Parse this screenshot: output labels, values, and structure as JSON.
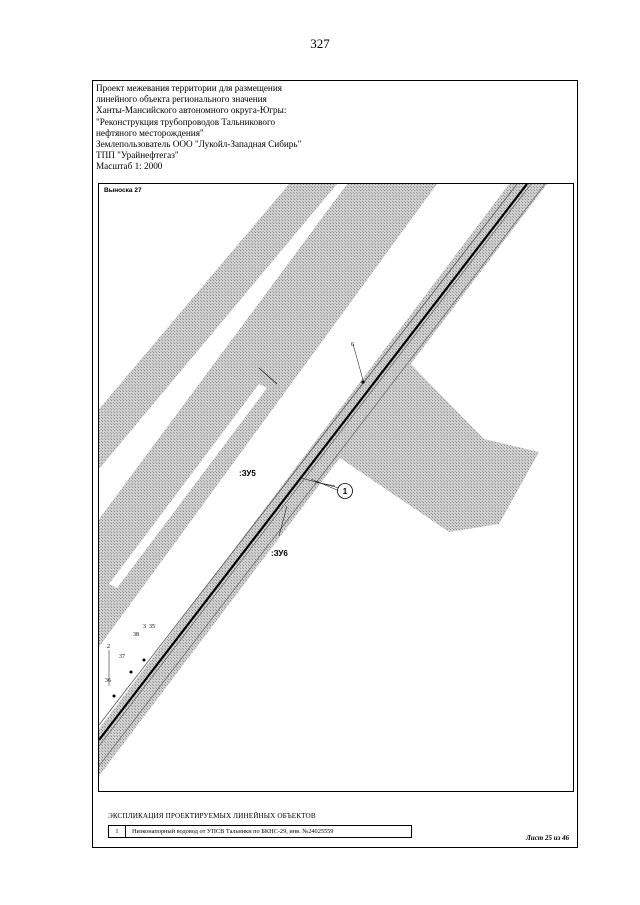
{
  "page_number": "327",
  "title_block": {
    "lines": [
      "Проект межевания территории для размещения",
      "линейного объекта регионального значения",
      "Ханты-Мансийского автономного округа-Югры:",
      "\"Реконструкция трубопроводов Тальникового",
      "нефтяного месторождения\"",
      "Землепользователь ООО \"Лукойл-Западная Сибирь\"",
      "ТПП \"Урайнефтегаз\"",
      "Масштаб 1: 2000"
    ]
  },
  "map": {
    "callout": "Выноска 27",
    "parcels": [
      ":ЗУ5",
      ":ЗУ6"
    ],
    "object_marker": "1",
    "points": [
      "6",
      "2",
      "3",
      "37",
      "38",
      "36",
      "35"
    ]
  },
  "legend": {
    "title": "ЭКСПЛИКАЦИЯ ПРОЕКТИРУЕМЫХ ЛИНЕЙНЫХ ОБЪЕКТОВ",
    "rows": [
      {
        "num": "1",
        "description": "Низконапорный водовод от УПСВ Тальники по БКНС-29, инв. №24025559"
      }
    ]
  },
  "sheet_label": "Лист 25 из 46"
}
